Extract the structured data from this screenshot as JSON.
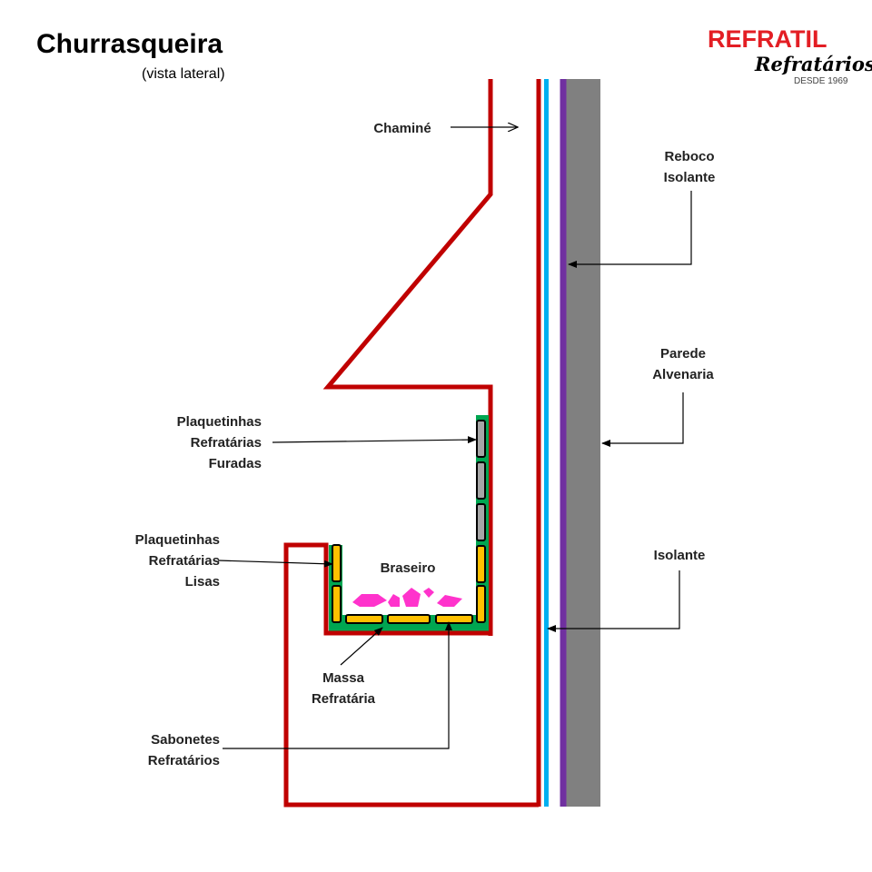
{
  "header": {
    "title": "Churrasqueira",
    "subtitle": "(vista lateral)"
  },
  "logo": {
    "name": "REFRATIL",
    "script": "Refratários",
    "since": "DESDE 1969",
    "color": "#e31e24"
  },
  "labels": {
    "chimney": "Chaminé",
    "plaster": [
      "Reboco",
      "Isolante"
    ],
    "wall": [
      "Parede",
      "Alvenaria"
    ],
    "insulation": "Isolante",
    "perforated_tiles": [
      "Plaquetinhas",
      "Refratárias",
      "Furadas"
    ],
    "smooth_tiles": [
      "Plaquetinhas",
      "Refratárias",
      "Lisas"
    ],
    "ember": "Braseiro",
    "refractory_mass": [
      "Massa",
      "Refratária"
    ],
    "soap_bricks": [
      "Sabonetes",
      "Refratários"
    ]
  },
  "colors": {
    "structure": "#c00000",
    "insulation": "#00b0f0",
    "plaster": "#7030a0",
    "wall": "#808080",
    "mass": "#00a651",
    "smooth_tile": "#ffc000",
    "perforated_tile": "#a6a6a6",
    "ember": "#ff33cc"
  }
}
